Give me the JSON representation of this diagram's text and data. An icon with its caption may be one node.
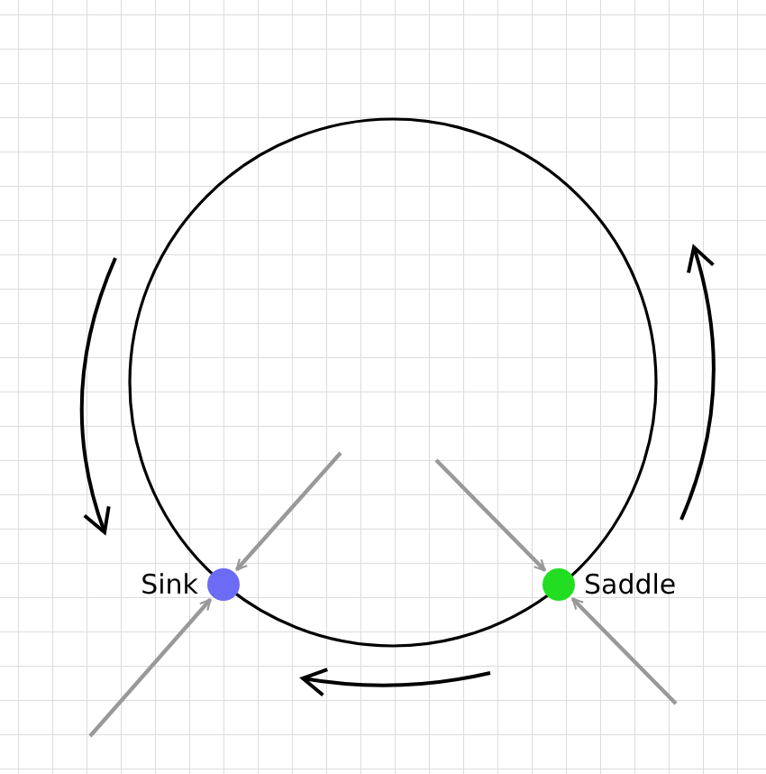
{
  "diagram": {
    "nodes": [
      {
        "text": [
          "Sink"
        ]
      },
      {
        "text": [
          "Saddle"
        ]
      }
    ],
    "edges": [
      {
        "from": null,
        "to": 0,
        "arrow": "to"
      },
      {
        "from": null,
        "to": 0,
        "arrow": "to"
      },
      {
        "from": null,
        "to": 1,
        "arrow": "to"
      },
      {
        "from": null,
        "to": 1,
        "arrow": "to"
      }
    ]
  }
}
